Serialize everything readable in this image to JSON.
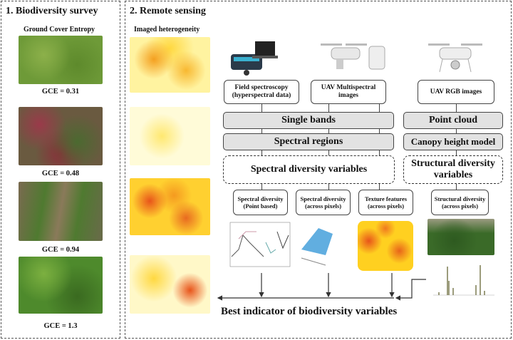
{
  "survey": {
    "title": "1. Biodiversity survey",
    "subtitle": "Ground Cover Entropy",
    "gce": [
      "GCE = 0.31",
      "GCE = 0.48",
      "GCE = 0.94",
      "GCE = 1.3"
    ]
  },
  "remote": {
    "title": "2. Remote sensing",
    "subtitle": "Imaged heterogeneity",
    "sources": [
      "Field spectroscopy\n(hyperspectral data)",
      "UAV Multispectral\nimages",
      "UAV RGB images"
    ],
    "single_bands": "Single bands",
    "spectral_regions": "Spectral regions",
    "point_cloud": "Point cloud",
    "canopy": "Canopy height model",
    "spectral_vars": "Spectral diversity variables",
    "structural_vars": "Structural diversity variables",
    "outputs": [
      "Spectral diversity\n(Point based)",
      "Spectral diversity\n(across pixels)",
      "Texture features\n(across pixels)",
      "Structural diversity\n(across pixels)"
    ],
    "best": "Best indicator of biodiversity variables"
  },
  "colors": {
    "heat_low": "#fffbd0",
    "heat_mid": "#ffd400",
    "heat_high": "#e8541a",
    "box_fill": "#e2e2e2"
  }
}
